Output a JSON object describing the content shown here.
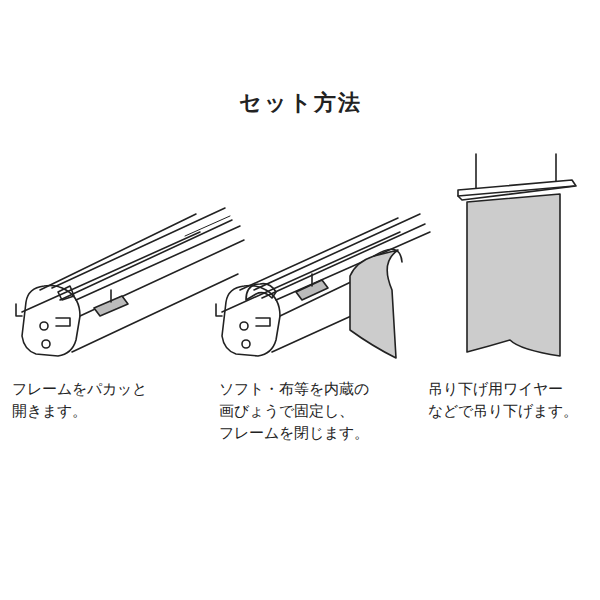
{
  "diagram": {
    "title": "セット方法",
    "labels": [
      "フレームをパカッと 開きます。",
      "ソフト・布等を内蔵の 画びょうで固定し、 フレームを閉じます。",
      "吊り下げ用ワイヤー などで吊り下げます。"
    ]
  }
}
